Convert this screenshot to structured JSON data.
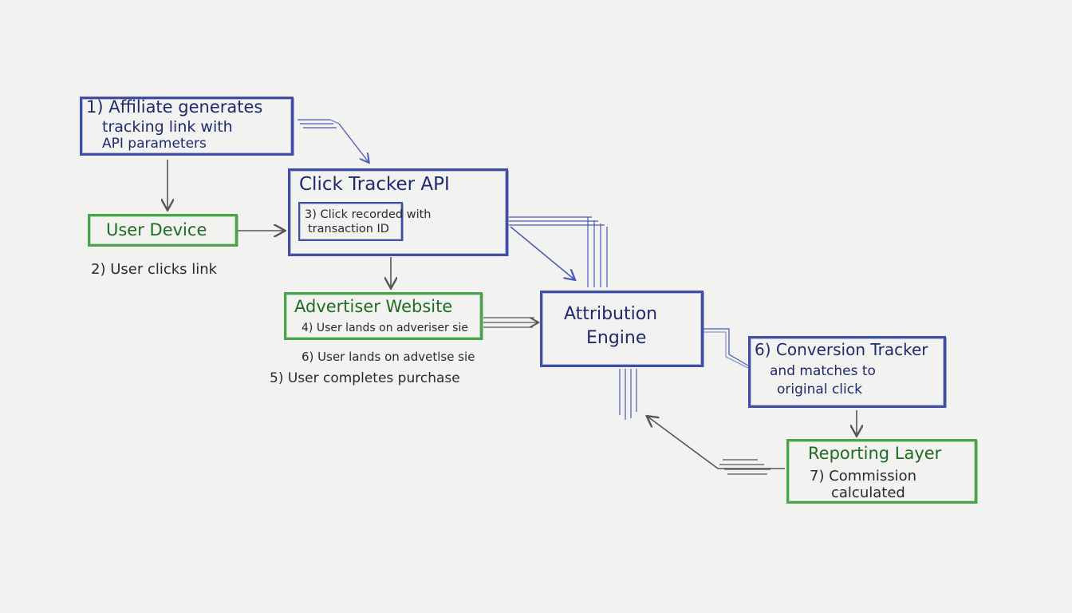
{
  "colors": {
    "paper": "#f2f2f0",
    "blue_box": "#3f4fa8",
    "green_box": "#4aa24a",
    "navy_text": "#1f2a6e",
    "green_text": "#1f6b24",
    "arrow_gray": "#555555",
    "arrow_blue": "#4a5ab8"
  },
  "nodes": {
    "affiliate": {
      "line1": "1) Affiliate generates",
      "line2": "tracking link with",
      "line3": "API parameters"
    },
    "user_device": {
      "title": "User Device",
      "note": "2) User clicks link"
    },
    "click_tracker": {
      "title": "Click Tracker API",
      "inner_line1": "3) Click recorded with",
      "inner_line2": "transaction ID"
    },
    "advertiser": {
      "title": "Advertiser Website",
      "line1": "4) User lands on adveriser sie",
      "note1": "6) User lands on advetlse sie",
      "note2": "5) User completes purchase"
    },
    "attribution": {
      "line1": "Attribution",
      "line2": "Engine"
    },
    "conversion": {
      "line1": "6) Conversion Tracker",
      "line2": "and matches to",
      "line3": "original click"
    },
    "reporting": {
      "title": "Reporting Layer",
      "line1": "7) Commission",
      "line2": "calculated"
    }
  }
}
